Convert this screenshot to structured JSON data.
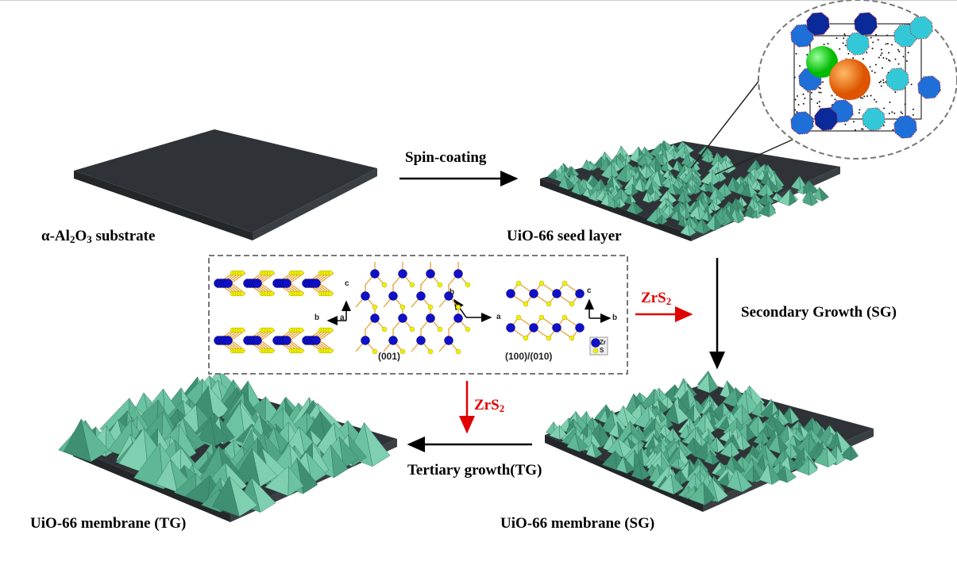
{
  "labels": {
    "spin_coating": "Spin-coating",
    "substrate": {
      "a": "α-Al",
      "s1": "2",
      "b": "O",
      "s2": "3",
      "c": " substrate"
    },
    "seed_layer": "UiO-66 seed layer",
    "secondary_growth": "Secondary Growth (SG)",
    "tertiary_growth": "Tertiary growth(TG)",
    "membrane_sg": "UiO-66 membrane (SG)",
    "membrane_tg": "UiO-66 membrane (TG)",
    "zrs2_right": {
      "a": "ZrS",
      "s": "2"
    },
    "zrs2_down": {
      "a": "ZrS",
      "s": "2"
    }
  },
  "inset": {
    "plane_001": "(001)",
    "plane_100_010": "(100)/(010)",
    "axes": {
      "a": "a",
      "b": "b",
      "c": "c"
    },
    "legend": {
      "zr": "Zr",
      "s": "S"
    }
  },
  "colors": {
    "substrate": "#2f3337",
    "crystal": "#4fa585",
    "arrow_red": "#e00000",
    "zr": "#1010c8",
    "s": "#f0f000",
    "bond": "#e8a030"
  }
}
